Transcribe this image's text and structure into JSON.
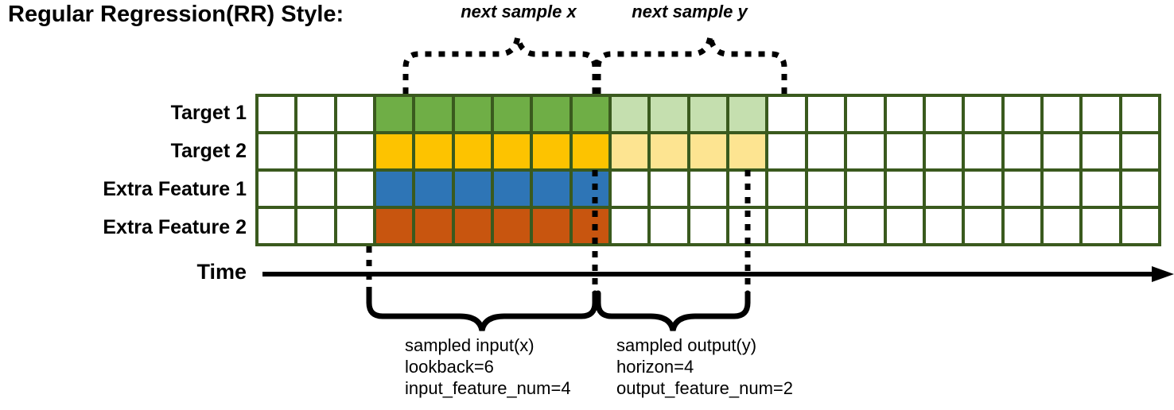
{
  "title": "Regular Regression(RR) Style:",
  "colors": {
    "grid_line": "#3A5A1E",
    "target1": "#6FAE46",
    "target1_faded": "#C5DFAF",
    "target2": "#FDC300",
    "target2_faded": "#FDE491",
    "extra1": "#2E75B6",
    "extra2": "#C8550F",
    "empty": "#FFFFFF",
    "axis": "#000000"
  },
  "rows": [
    {
      "label": "Target 1",
      "color_key": "target1",
      "cells": [
        "empty",
        "empty",
        "empty",
        "target1",
        "target1",
        "target1",
        "target1",
        "target1",
        "target1",
        "target1_faded",
        "target1_faded",
        "target1_faded",
        "target1_faded",
        "empty",
        "empty",
        "empty",
        "empty",
        "empty",
        "empty",
        "empty",
        "empty",
        "empty",
        "empty"
      ]
    },
    {
      "label": "Target 2",
      "color_key": "target2",
      "cells": [
        "empty",
        "empty",
        "empty",
        "target2",
        "target2",
        "target2",
        "target2",
        "target2",
        "target2",
        "target2_faded",
        "target2_faded",
        "target2_faded",
        "target2_faded",
        "empty",
        "empty",
        "empty",
        "empty",
        "empty",
        "empty",
        "empty",
        "empty",
        "empty",
        "empty"
      ]
    },
    {
      "label": "Extra Feature 1",
      "color_key": "extra1",
      "cells": [
        "empty",
        "empty",
        "empty",
        "extra1",
        "extra1",
        "extra1",
        "extra1",
        "extra1",
        "extra1",
        "empty",
        "empty",
        "empty",
        "empty",
        "empty",
        "empty",
        "empty",
        "empty",
        "empty",
        "empty",
        "empty",
        "empty",
        "empty",
        "empty"
      ]
    },
    {
      "label": "Extra Feature 2",
      "color_key": "extra2",
      "cells": [
        "empty",
        "empty",
        "empty",
        "extra2",
        "extra2",
        "extra2",
        "extra2",
        "extra2",
        "extra2",
        "empty",
        "empty",
        "empty",
        "empty",
        "empty",
        "empty",
        "empty",
        "empty",
        "empty",
        "empty",
        "empty",
        "empty",
        "empty",
        "empty"
      ]
    }
  ],
  "grid": {
    "columns": 23,
    "row_count": 4,
    "input_start_col": 3,
    "input_end_col": 8,
    "output_start_col": 9,
    "output_end_col": 12
  },
  "axis": {
    "label": "Time",
    "direction": "right-arrow"
  },
  "top_braces": [
    {
      "caption": "next sample x"
    },
    {
      "caption": "next sample y"
    }
  ],
  "bottom_blocks": [
    {
      "line1": "sampled input(x)",
      "line2": "lookback=6",
      "line3": "input_feature_num=4"
    },
    {
      "line1": "sampled output(y)",
      "line2": "horizon=4",
      "line3": "output_feature_num=2"
    }
  ]
}
